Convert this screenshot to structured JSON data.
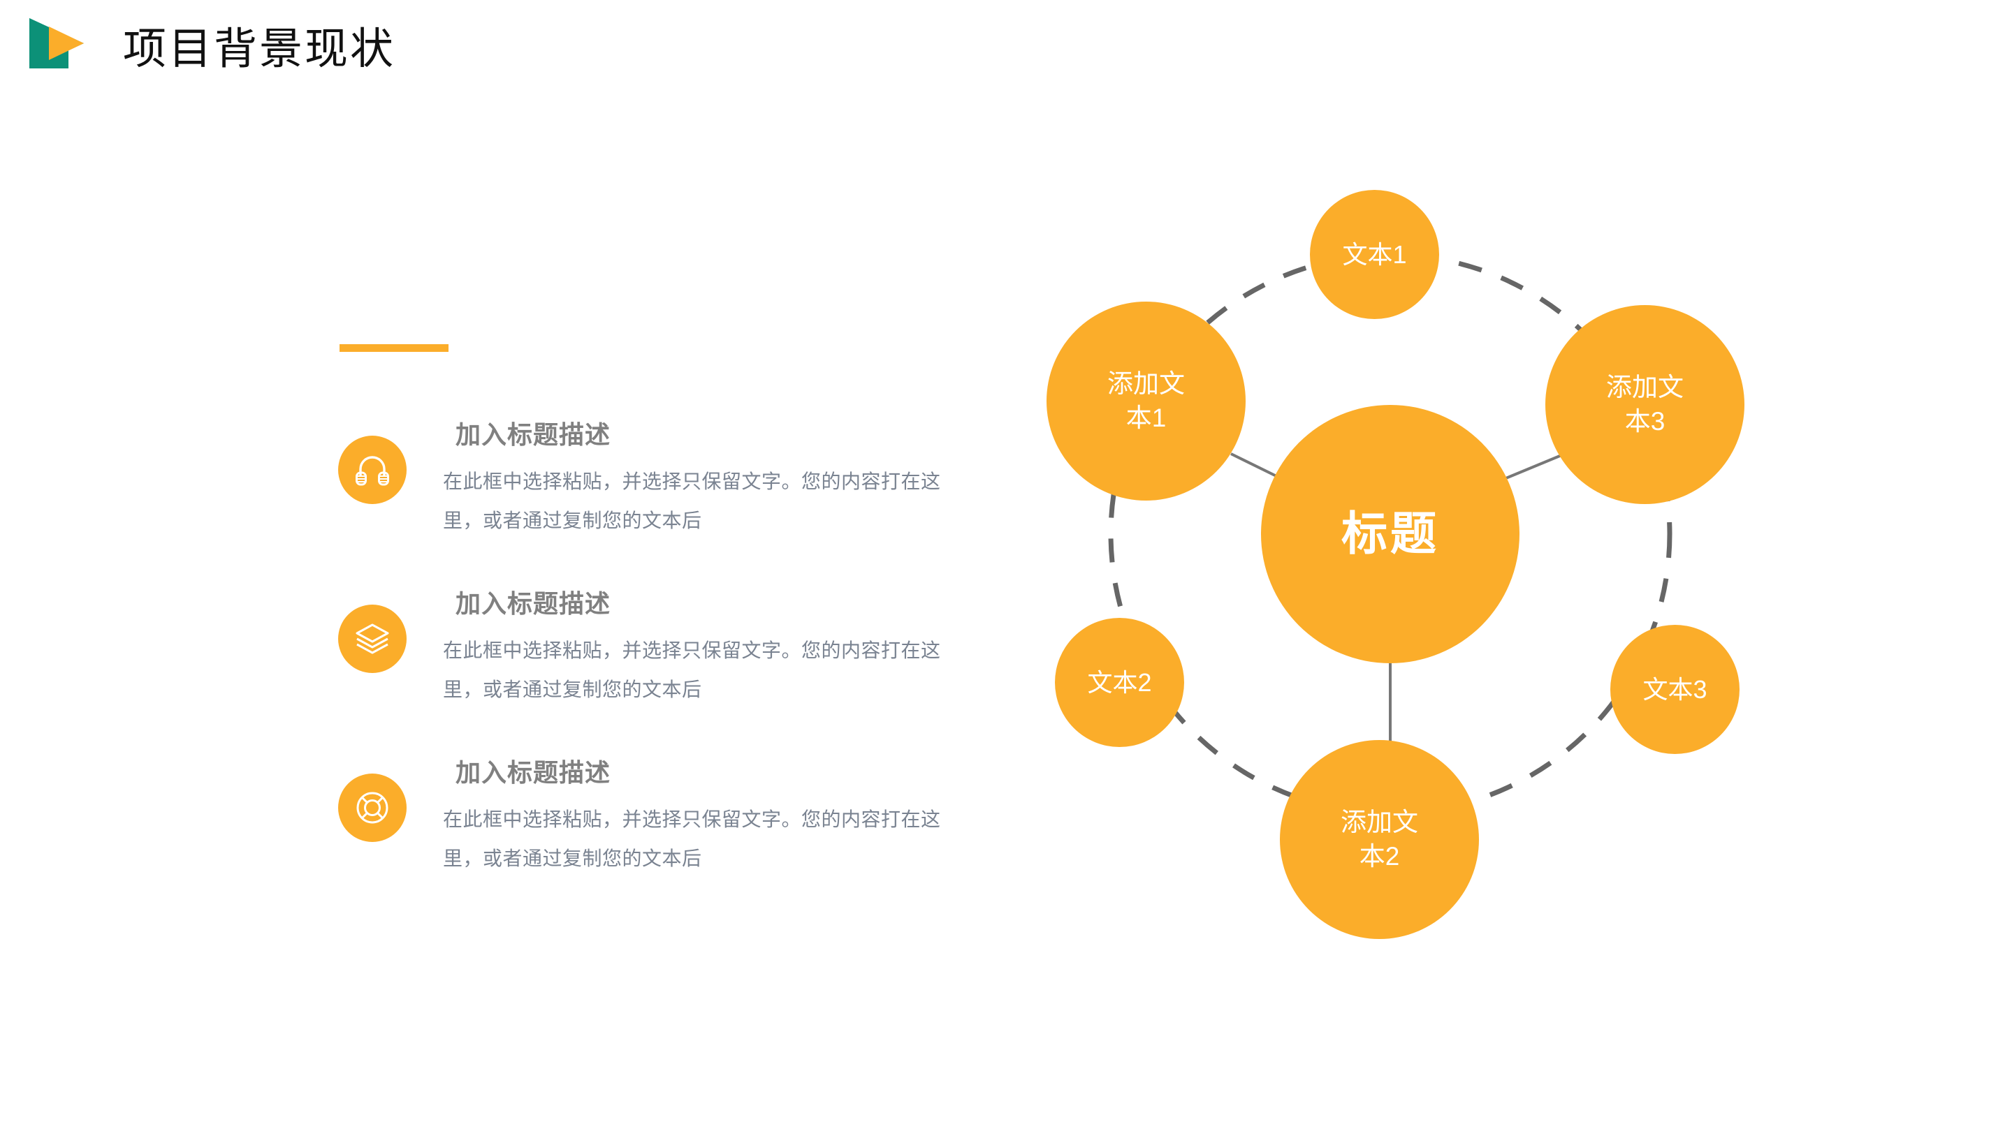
{
  "header": {
    "title": "项目背景现状",
    "logo": {
      "name": "play-triangle-logo",
      "green": "#0C9178",
      "orange": "#FBAD2A"
    }
  },
  "theme": {
    "accent_orange": "#FBAD2A",
    "heading_gray": "#808080",
    "body_gray": "#7A8391",
    "line_gray": "#666666",
    "title_black": "#111111"
  },
  "left_panel": {
    "accent_bar_color": "#FBAD2A",
    "features": [
      {
        "icon": "headphones-icon",
        "title": "加入标题描述",
        "desc": "在此框中选择粘贴，并选择只保留文字。您的内容打在这里，或者通过复制您的文本后"
      },
      {
        "icon": "layers-icon",
        "title": "加入标题描述",
        "desc": "在此框中选择粘贴，并选择只保留文字。您的内容打在这里，或者通过复制您的文本后"
      },
      {
        "icon": "lifebuoy-icon",
        "title": "加入标题描述",
        "desc": "在此框中选择粘贴，并选择只保留文字。您的内容打在这里，或者通过复制您的文本后"
      }
    ]
  },
  "diagram": {
    "type": "radial-hub-and-spoke",
    "center": {
      "label": "标题"
    },
    "primary_nodes": [
      {
        "id": "big-1",
        "label": "添加文\n本1",
        "position": "upper-left"
      },
      {
        "id": "big-3",
        "label": "添加文\n本3",
        "position": "upper-right"
      },
      {
        "id": "big-2",
        "label": "添加文\n本2",
        "position": "bottom"
      }
    ],
    "secondary_nodes": [
      {
        "id": "small-1",
        "label": "文本1",
        "position": "top"
      },
      {
        "id": "small-2",
        "label": "文本2",
        "position": "lower-left"
      },
      {
        "id": "small-3",
        "label": "文本3",
        "position": "lower-right"
      }
    ],
    "orbit_ring": {
      "style": "dashed",
      "color": "#666666"
    },
    "spokes": {
      "style": "solid",
      "color": "#777777",
      "count": 3
    }
  }
}
